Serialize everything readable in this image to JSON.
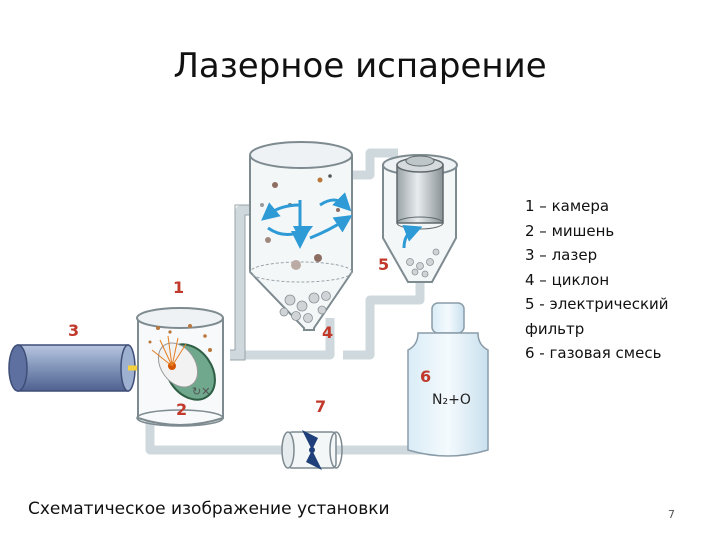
{
  "title": "Лазерное испарение",
  "legend": [
    "1 – камера",
    "2 – мишень",
    "3 – лазер",
    "4 – циклон",
    "5 - электрический",
    "фильтр",
    "6 - газовая смесь"
  ],
  "caption": "Схематическое изображение установки",
  "page_number": "7",
  "diagram_labels": {
    "n1": "1",
    "n2": "2",
    "n3": "3",
    "n4": "4",
    "n5": "5",
    "n6": "6",
    "n7": "7",
    "gas": "N₂+O"
  },
  "colors": {
    "pipe": "#cfd8dc",
    "laser": "#7f93b8",
    "arrow": "#2e9bd6",
    "number": "#c0392b",
    "beam": "#f4d03f"
  }
}
